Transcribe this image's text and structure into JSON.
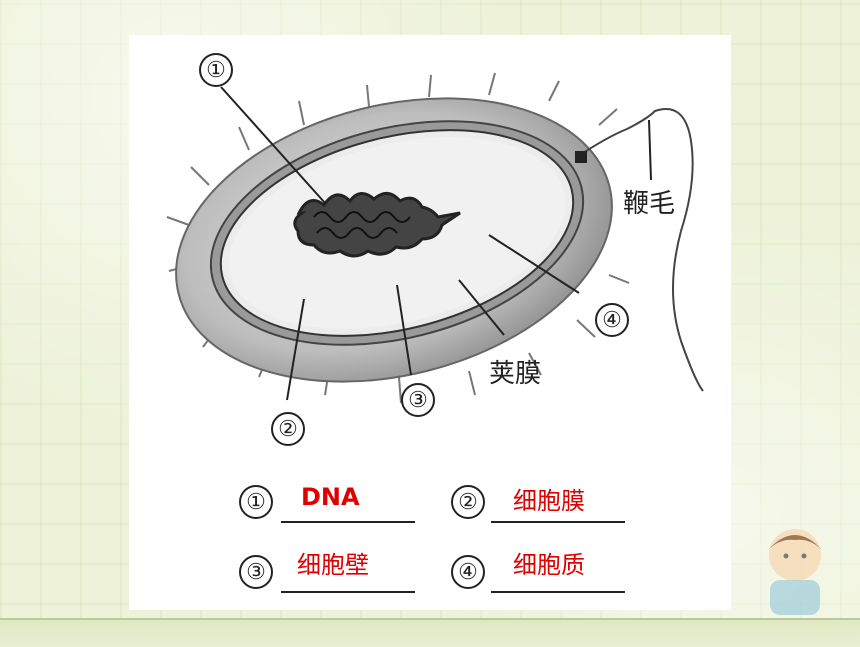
{
  "diagram": {
    "markers": [
      "①",
      "②",
      "③",
      "④"
    ],
    "labels": {
      "flagellum": "鞭毛",
      "capsule": "荚膜"
    }
  },
  "quiz": {
    "items": [
      {
        "marker": "①",
        "answer": "DNA"
      },
      {
        "marker": "②",
        "answer": "细胞膜"
      },
      {
        "marker": "③",
        "answer": "细胞壁"
      },
      {
        "marker": "④",
        "answer": "细胞质"
      }
    ]
  },
  "colors": {
    "answer": "#e00000",
    "background": "#edf2d8"
  }
}
